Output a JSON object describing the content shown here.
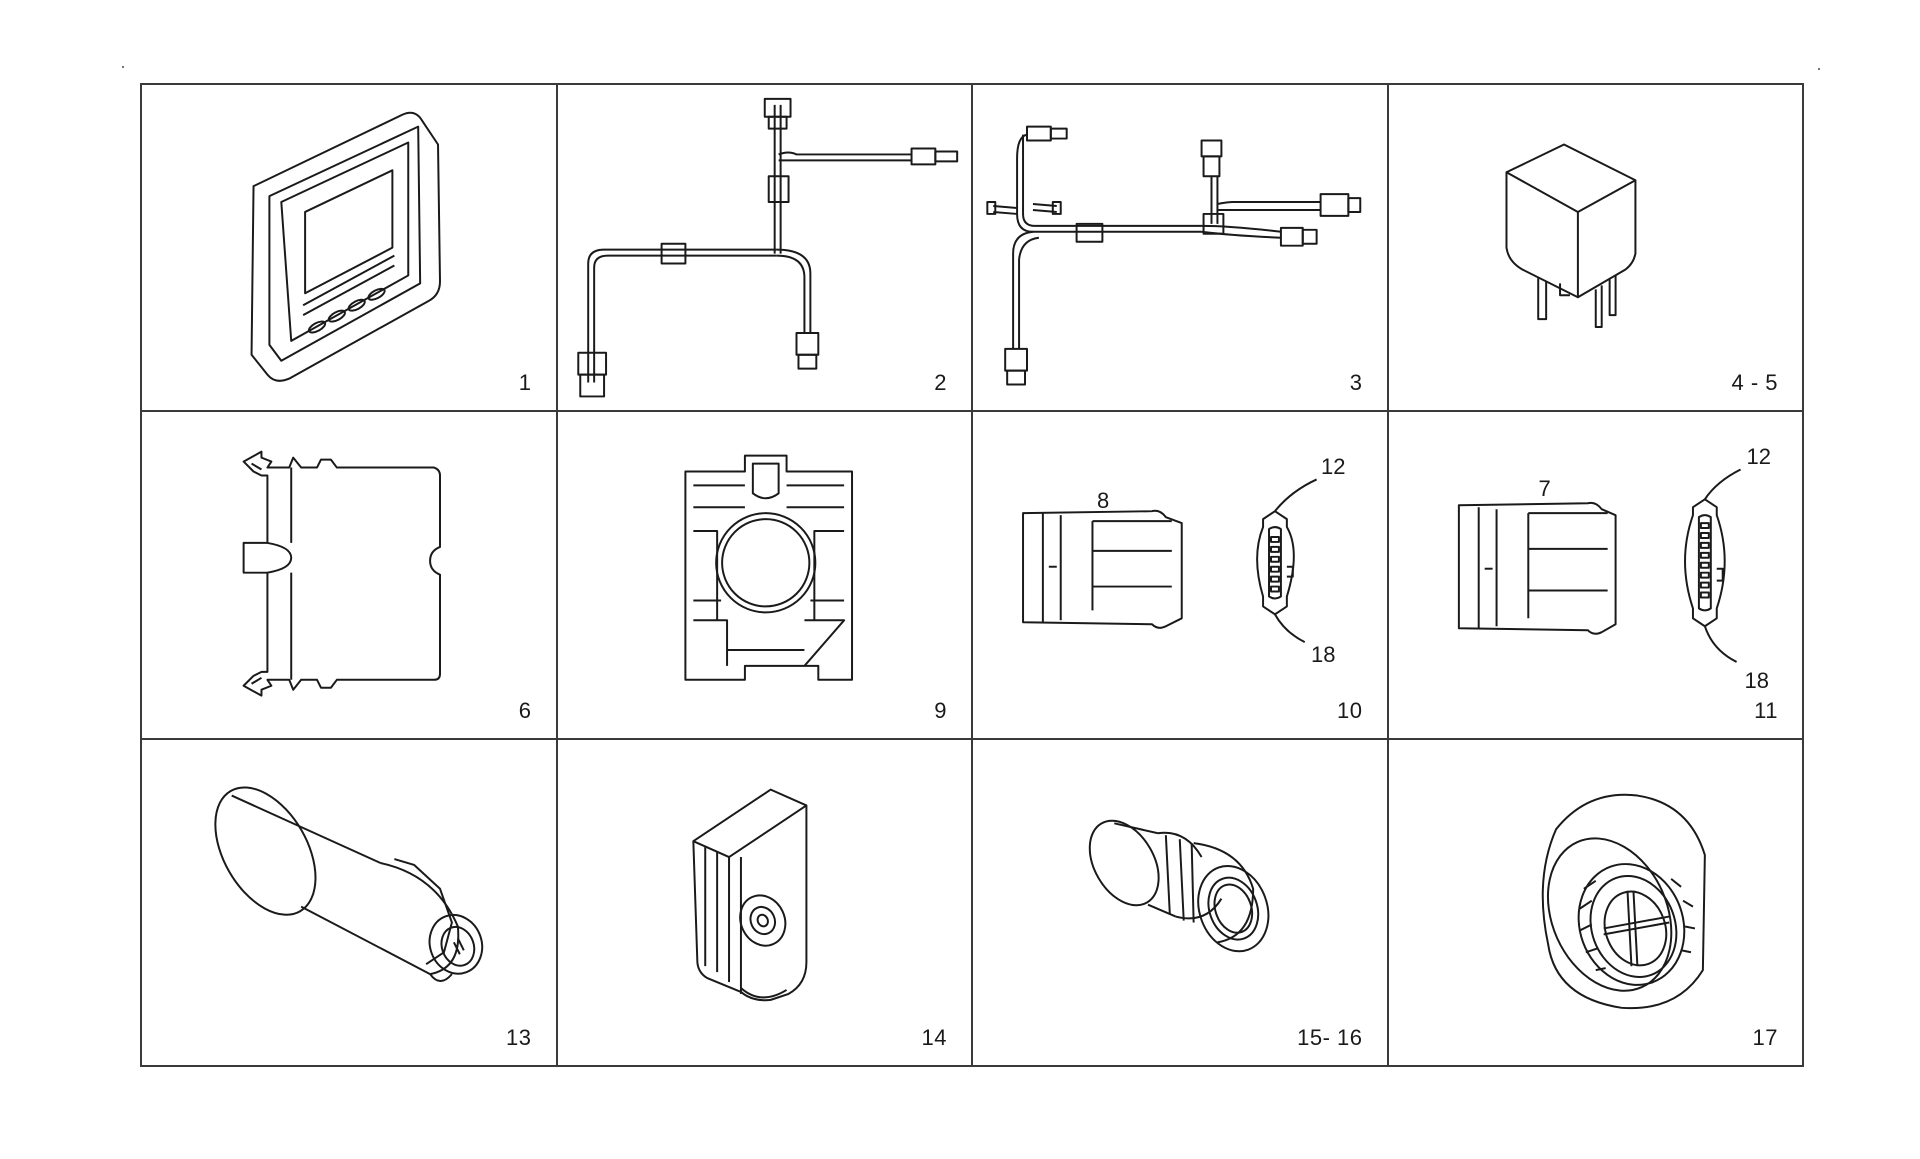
{
  "parts": [
    {
      "id": "display-unit",
      "label": "1"
    },
    {
      "id": "wiring-harness-a",
      "label": "2"
    },
    {
      "id": "wiring-harness-b",
      "label": "3"
    },
    {
      "id": "relay",
      "label": "4 - 5"
    },
    {
      "id": "clip-bracket",
      "label": "6"
    },
    {
      "id": "connector-holder",
      "label": "9"
    },
    {
      "id": "connector-pair-a",
      "label": "10",
      "callouts": [
        "8",
        "12",
        "18"
      ]
    },
    {
      "id": "connector-pair-b",
      "label": "11",
      "callouts": [
        "7",
        "12",
        "18"
      ]
    },
    {
      "id": "sensor-cylinder",
      "label": "13"
    },
    {
      "id": "cap-switch",
      "label": "14"
    },
    {
      "id": "grommet",
      "label": "15- 16"
    },
    {
      "id": "buzzer",
      "label": "17"
    }
  ]
}
